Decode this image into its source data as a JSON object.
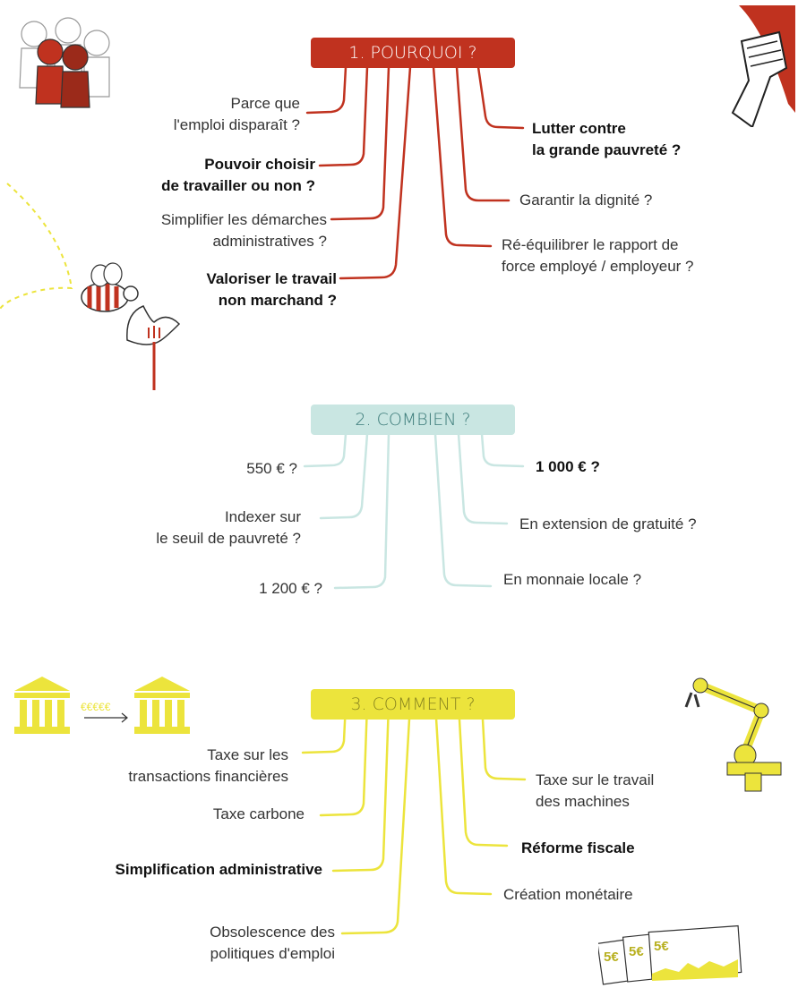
{
  "sections": {
    "pourquoi": {
      "title": "1. POURQUOI ?",
      "left": [
        "Parce que\nl'emploi disparaît ?",
        "Pouvoir choisir\nde travailler ou non ?",
        "Simplifier les démarches\nadministratives ?",
        "Valoriser le travail\nnon marchand ?"
      ],
      "right": [
        "Lutter contre\nla grande pauvreté ?",
        "Garantir la dignité ?",
        "Ré-équilibrer le rapport de\nforce employé / employeur ?"
      ]
    },
    "combien": {
      "title": "2. COMBIEN ?",
      "left": [
        "550 € ?",
        "Indexer sur\nle seuil de pauvreté ?",
        "1 200 € ?"
      ],
      "right": [
        "1 000 € ?",
        "En extension de gratuité ?",
        "En monnaie locale ?"
      ]
    },
    "comment": {
      "title": "3. COMMENT ?",
      "left": [
        "Taxe sur les\ntransactions financières",
        "Taxe carbone",
        "Simplification administrative",
        "Obsolescence des\npolitiques d'emploi"
      ],
      "right": [
        "Taxe sur le travail\ndes machines",
        "Réforme fiscale",
        "Création monétaire"
      ]
    }
  },
  "illustrations": {
    "banks_money": "€€€€€",
    "bills": [
      "5€",
      "5€",
      "5€"
    ]
  },
  "colors": {
    "red": "#c0321f",
    "teal": "#c9e6e2",
    "yellow": "#ece43c"
  }
}
